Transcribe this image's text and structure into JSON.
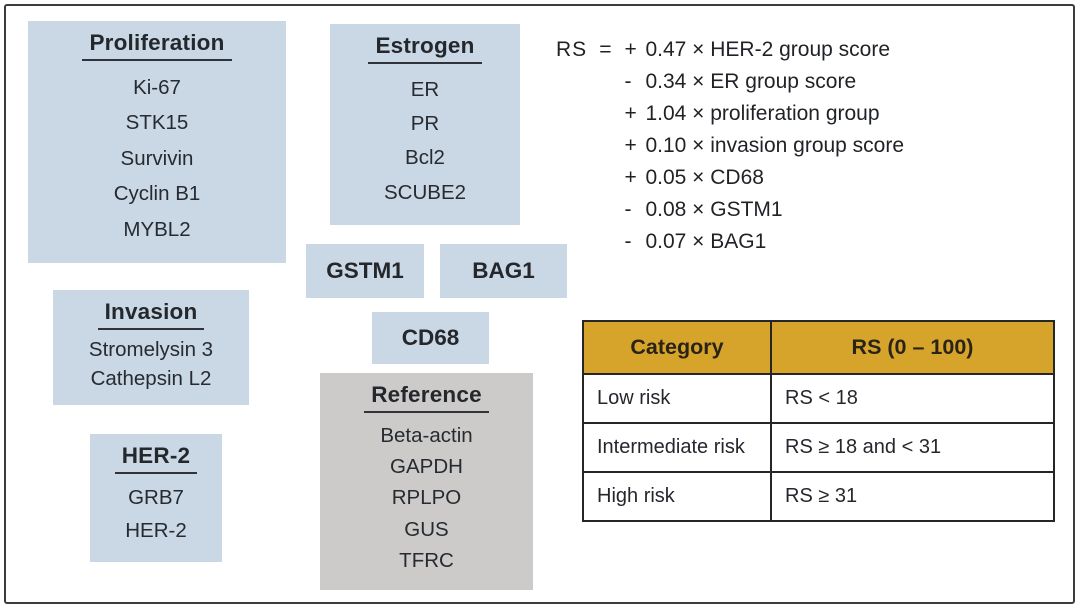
{
  "groups": [
    {
      "title": "Proliferation",
      "genes": [
        "Ki-67",
        "STK15",
        "Survivin",
        "Cyclin B1",
        "MYBL2"
      ]
    },
    {
      "title": "Estrogen",
      "genes": [
        "ER",
        "PR",
        "Bcl2",
        "SCUBE2"
      ]
    },
    {
      "title": "Invasion",
      "genes": [
        "Stromelysin 3",
        "Cathepsin L2"
      ]
    },
    {
      "title": "HER-2",
      "genes": [
        "GRB7",
        "HER-2"
      ]
    },
    {
      "title": "Reference",
      "genes": [
        "Beta-actin",
        "GAPDH",
        "RPLPO",
        "GUS",
        "TFRC"
      ]
    }
  ],
  "single_genes": [
    "GSTM1",
    "BAG1",
    "CD68"
  ],
  "formula": {
    "lhs": "RS",
    "equals": "=",
    "lines": [
      {
        "sign": "+",
        "text": "0.47 × HER-2 group score"
      },
      {
        "sign": "-",
        "text": "0.34 × ER group score"
      },
      {
        "sign": "+",
        "text": "1.04 × proliferation group"
      },
      {
        "sign": "+",
        "text": "0.10 × invasion group score"
      },
      {
        "sign": "+",
        "text": "0.05 × CD68"
      },
      {
        "sign": "-",
        "text": "0.08 × GSTM1"
      },
      {
        "sign": "-",
        "text": "0.07 × BAG1"
      }
    ]
  },
  "risk_table": {
    "headers": [
      "Category",
      "RS (0 – 100)"
    ],
    "rows": [
      {
        "category": "Low risk",
        "rs": "RS < 18"
      },
      {
        "category": "Intermediate risk",
        "rs": "RS ≥ 18 and < 31"
      },
      {
        "category": "High risk",
        "rs": "RS ≥ 31"
      }
    ]
  },
  "colors": {
    "gene_box_blue": "#C9D8E4",
    "reference_box_gray": "#CCCBC9",
    "table_header_gold": "#D6A42B",
    "text": "#26292E",
    "figure_border": "#3C3C3C"
  }
}
